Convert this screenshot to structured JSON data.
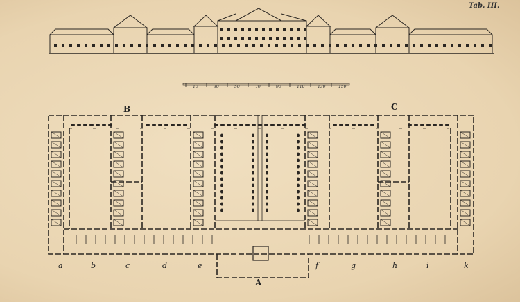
{
  "plate_title": "Tab. III.",
  "scale": {
    "labels": [
      "10",
      "30",
      "50",
      "70",
      "90",
      "110",
      "130",
      "150'"
    ]
  },
  "plan_labels": {
    "entrance": "A",
    "wing_left": "B",
    "wing_right": "C",
    "bays": [
      "a",
      "b",
      "c",
      "d",
      "e",
      "f",
      "g",
      "h",
      "i",
      "k"
    ]
  },
  "colors": {
    "paper": "#ead7b5",
    "ink": "#2a2622"
  }
}
